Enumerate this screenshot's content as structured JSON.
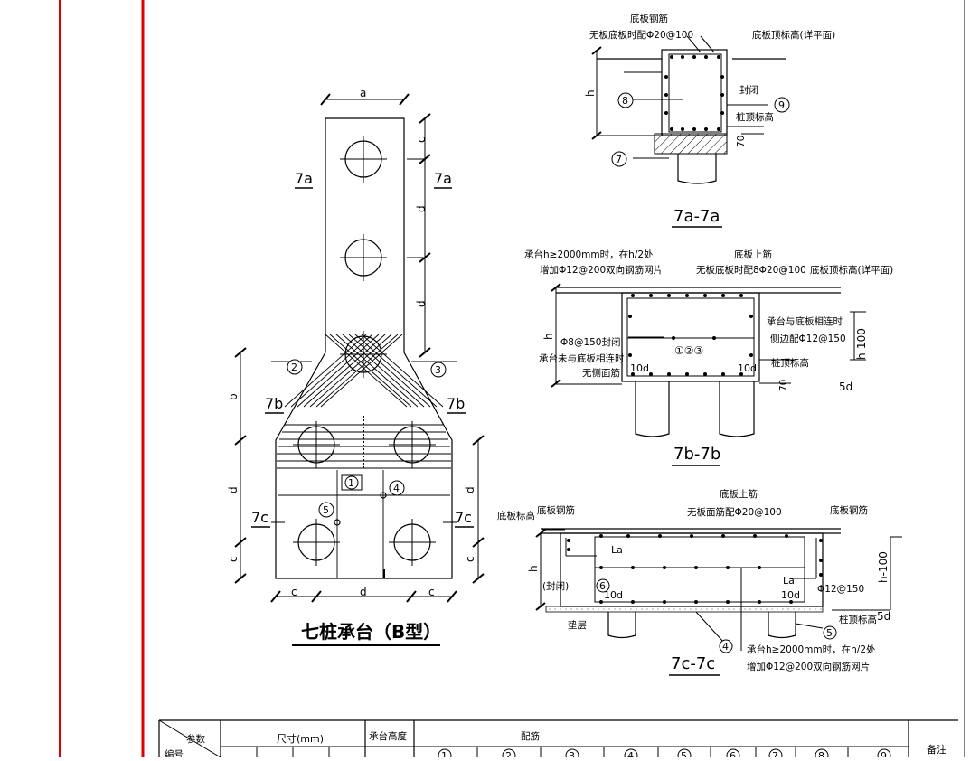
{
  "plan": {
    "title": "七桩承台（B型）",
    "dim_a": "a",
    "dim_b": "b",
    "dim_c": "c",
    "dim_d": "d",
    "sec_7a": "7a",
    "sec_7b": "7b",
    "sec_7c": "7c",
    "tag_1": "1",
    "tag_2": "2",
    "tag_3": "3",
    "tag_4": "4",
    "tag_5": "5"
  },
  "section_7a": {
    "title": "7a-7a",
    "label_bottom_bar": "底板钢筋",
    "label_no_slab": "无板底板时配Φ20@100",
    "label_top_elev": "底板顶标高(详平面)",
    "label_seal": "封闭",
    "label_pile_top": "桩顶标高",
    "dim_h": "h",
    "dim_70": "70",
    "tag_7": "7",
    "tag_8": "8",
    "tag_9": "9"
  },
  "section_7b": {
    "title": "7b-7b",
    "label_mesh_1": "承台h≥2000mm时，在h/2处",
    "label_mesh_2": "增加Φ12@200双向钢筋网片",
    "label_top_bar": "底板上筋",
    "label_no_slab": "无板底板时配8Φ20@100",
    "label_top_elev": "底板顶标高(详平面)",
    "label_seal": "Φ8@150封闭",
    "label_not_conn_1": "承台未与底板相连时",
    "label_not_conn_2": "无侧面筋",
    "label_conn_1": "承台与底板相连时",
    "label_conn_2": "侧边配Φ12@150",
    "label_pile_top": "桩顶标高",
    "label_10d": "10d",
    "label_123": "①②③",
    "dim_h": "h",
    "dim_h100": "h-100",
    "dim_5d": "5d",
    "dim_70": "70"
  },
  "section_7c": {
    "title": "7c-7c",
    "label_slab_bar_l": "底板钢筋",
    "label_slab_bar_r": "底板钢筋",
    "label_slab_elev": "底板标高",
    "label_top_bar": "底板上筋",
    "label_no_slab": "无板面筋配Φ20@100",
    "label_la": "La",
    "label_seal": "(封闭)",
    "label_10d": "10d",
    "label_phi12": "Φ12@150",
    "label_pile_top": "桩顶标高",
    "label_cushion": "垫层",
    "label_mesh_1": "承台h≥2000mm时，在h/2处",
    "label_mesh_2": "增加Φ12@200双向钢筋网片",
    "dim_h": "h",
    "dim_h100": "h-100",
    "dim_5d": "5d",
    "tag_4": "4",
    "tag_5": "5",
    "tag_6": "6"
  },
  "table": {
    "param": "参数",
    "code": "编号",
    "size": "尺寸(mm)",
    "height": "承台高度",
    "rebar": "配筋",
    "note": "备注",
    "cols": [
      "1",
      "2",
      "3",
      "4",
      "5",
      "6",
      "7",
      "8",
      "9"
    ]
  }
}
